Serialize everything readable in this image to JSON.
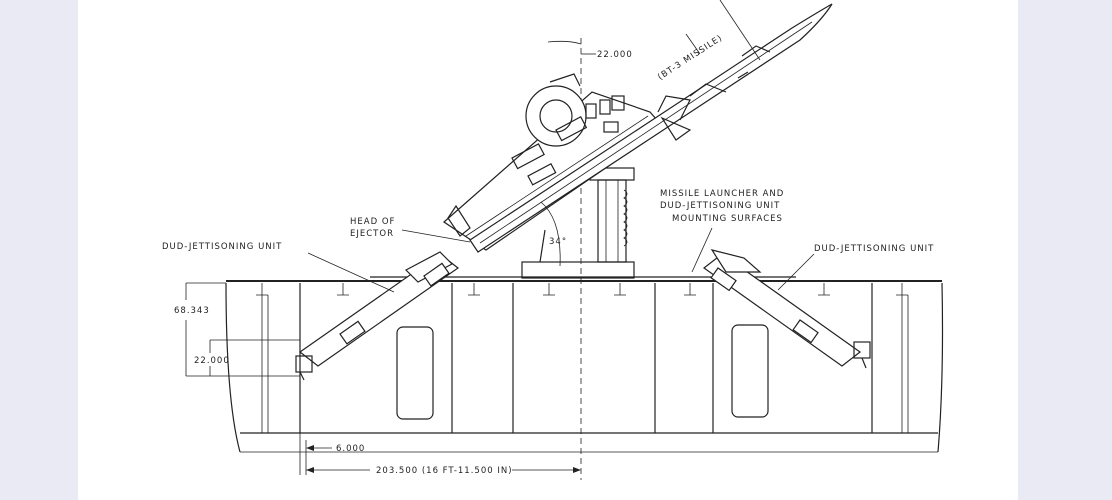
{
  "labels": {
    "missile": "(BT-3 MISSILE)",
    "angle_22": "22.000",
    "head_ejector_1": "HEAD OF",
    "head_ejector_2": "EJECTOR",
    "dud_left": "DUD-JETTISONING UNIT",
    "dud_right": "DUD-JETTISONING UNIT",
    "mount_1": "MISSILE LAUNCHER AND",
    "mount_2": "DUD-JETTISONING UNIT",
    "mount_3": "MOUNTING SURFACES",
    "angle_34": "34°",
    "dim_68": "68.343",
    "dim_22": "22.000",
    "dim_6": "6.000",
    "dim_203": "203.500 (16 FT-11.500 IN)"
  },
  "colors": {
    "ink": "#222222",
    "paper": "#ffffff",
    "background": "#e9eaf3"
  }
}
